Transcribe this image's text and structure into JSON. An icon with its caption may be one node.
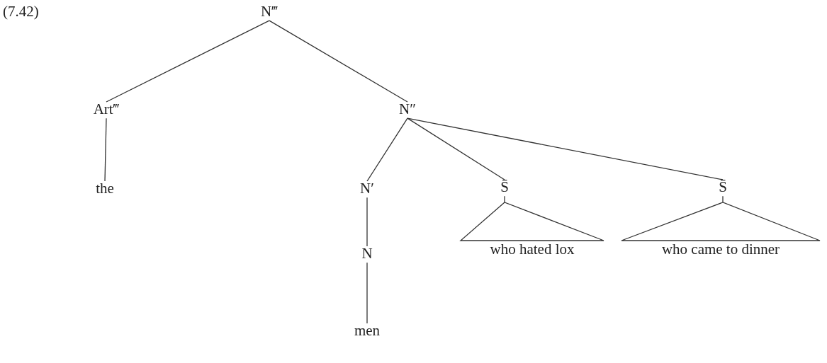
{
  "diagram": {
    "nodes": [
      {
        "text": [
          "N‴"
        ]
      },
      {
        "text": [
          "Art‴"
        ]
      },
      {
        "text": [
          "N″"
        ]
      },
      {
        "text": [
          "the"
        ]
      },
      {
        "text": [
          "N′"
        ]
      },
      {
        "text": [
          "S̄"
        ]
      },
      {
        "text": [
          "S̄"
        ]
      },
      {
        "text": [
          "N"
        ]
      },
      {
        "text": [
          "men"
        ]
      },
      {
        "text": [
          "who hated lox"
        ]
      },
      {
        "text": [
          "who came to dinner"
        ]
      }
    ],
    "edges": [
      {
        "from": 0,
        "to": 1,
        "arrow": "none"
      },
      {
        "from": 0,
        "to": 2,
        "arrow": "none"
      },
      {
        "from": 1,
        "to": 3,
        "arrow": "none"
      },
      {
        "from": 2,
        "to": 4,
        "arrow": "none"
      },
      {
        "from": 2,
        "to": 5,
        "arrow": "none"
      },
      {
        "from": 2,
        "to": 6,
        "arrow": "none"
      },
      {
        "from": 4,
        "to": 7,
        "arrow": "none"
      },
      {
        "from": 7,
        "to": 8,
        "arrow": "none"
      },
      {
        "from": 5,
        "to": 9,
        "arrow": "none"
      },
      {
        "from": 6,
        "to": 10,
        "arrow": "none"
      }
    ],
    "labels": [
      "(7.42)"
    ]
  }
}
